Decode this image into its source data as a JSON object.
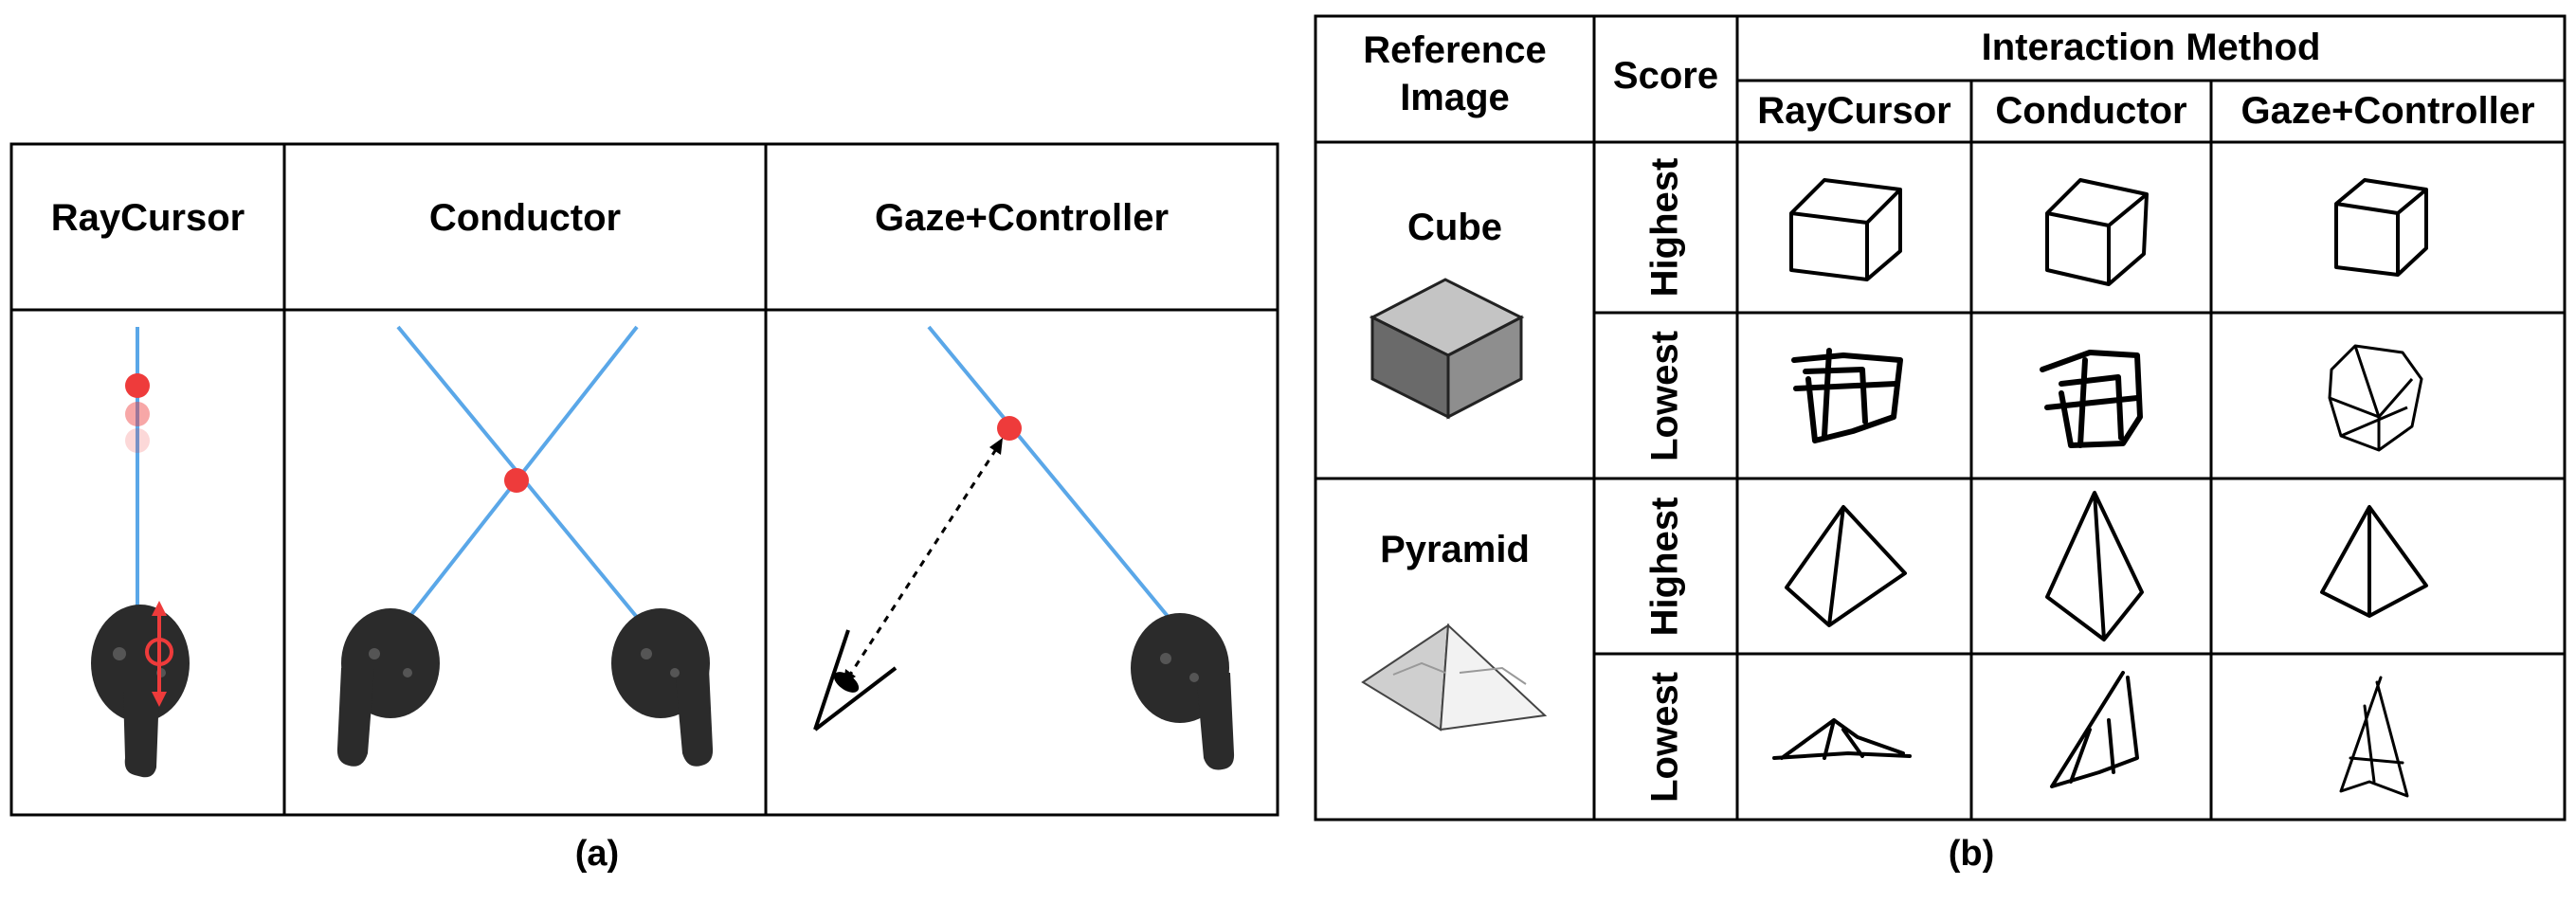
{
  "panel_a": {
    "columns": [
      "RayCursor",
      "Conductor",
      "Gaze+Controller"
    ],
    "caption": "(a)"
  },
  "panel_b": {
    "header_reference": "Reference Image",
    "header_score": "Score",
    "header_method": "Interaction Method",
    "methods": [
      "RayCursor",
      "Conductor",
      "Gaze+Controller"
    ],
    "rows": [
      {
        "reference": "Cube",
        "scores": [
          "Highest",
          "Lowest"
        ]
      },
      {
        "reference": "Pyramid",
        "scores": [
          "Highest",
          "Lowest"
        ]
      }
    ],
    "caption": "(b)"
  },
  "colors": {
    "ray": "#5aa7e8",
    "cursor": "#ee3b3b",
    "controller": "#2b2b2b"
  }
}
